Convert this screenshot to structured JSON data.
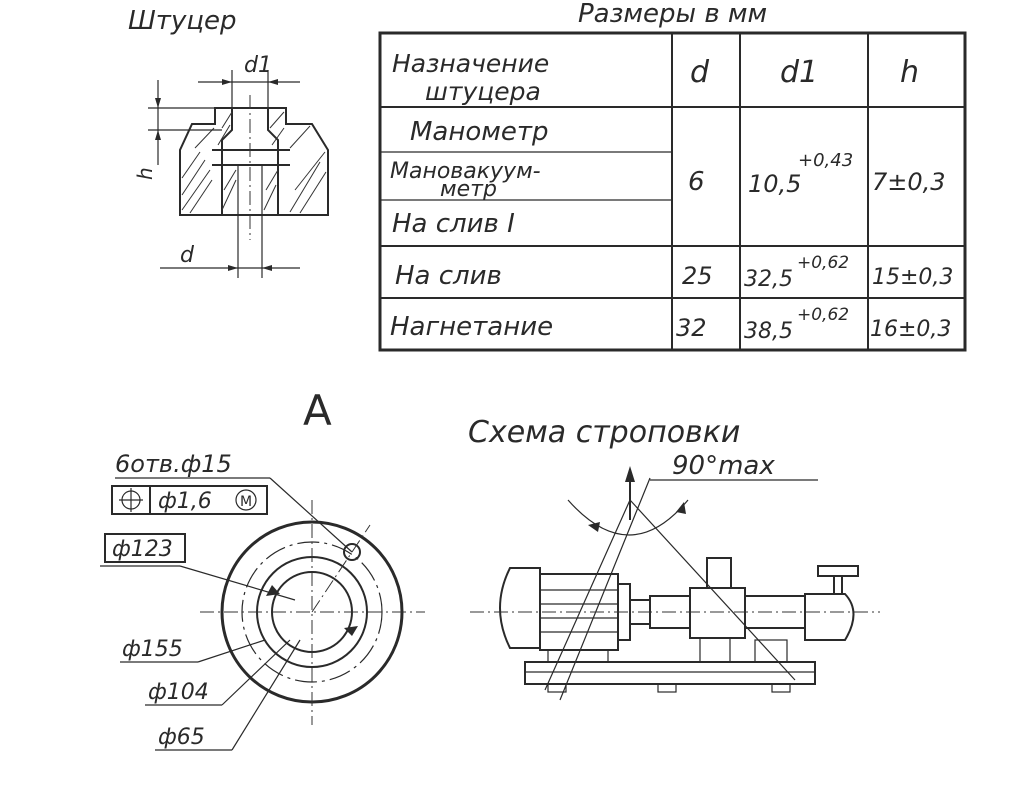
{
  "fitting": {
    "title": "Штуцер",
    "dim_d1": "d1",
    "dim_h": "h",
    "dim_d": "d"
  },
  "table": {
    "caption": "Размеры в мм",
    "header": {
      "purpose_line1": "Назначение",
      "purpose_line2": "штуцера",
      "d": "d",
      "d1": "d1",
      "h": "h"
    },
    "rows": [
      {
        "purpose_lines": [
          "Манометр",
          "Мановакуум-",
          "метр",
          "На слив I"
        ],
        "d": "6",
        "d1_base": "10,5",
        "d1_tol": "+0,43",
        "h": "7±0,3"
      },
      {
        "purpose_lines": [
          "На слив"
        ],
        "d": "25",
        "d1_base": "32,5",
        "d1_tol": "+0,62",
        "h": "15±0,3"
      },
      {
        "purpose_lines": [
          "Нагнетание"
        ],
        "d": "32",
        "d1_base": "38,5",
        "d1_tol": "+0,62",
        "h": "16±0,3"
      }
    ]
  },
  "view_a": {
    "label": "A",
    "holes_note": "6отв.ф15",
    "position_tolerance": "ф1,6",
    "tolerance_symbol": "M",
    "dims": [
      "ф123",
      "ф155",
      "ф104",
      "ф65"
    ]
  },
  "slinging": {
    "title": "Схема строповки",
    "angle": "90°max"
  }
}
